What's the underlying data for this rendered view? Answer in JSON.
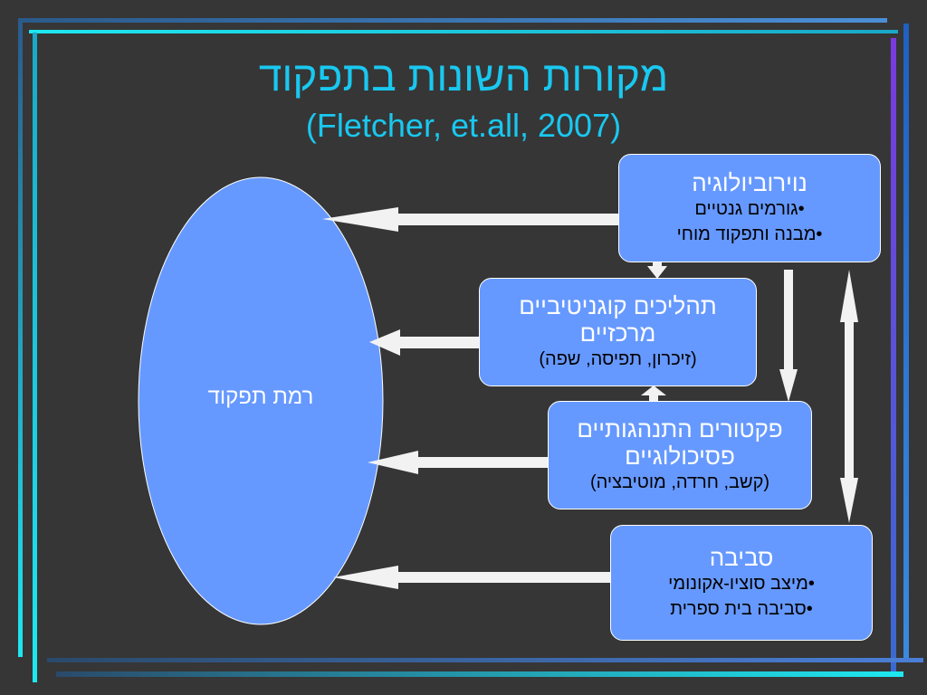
{
  "slide": {
    "title": "מקורות השונות בתפקוד",
    "subtitle": "(Fletcher, et.all, 2007)"
  },
  "ellipse": {
    "label": "רמת תפקוד"
  },
  "boxes": {
    "neuro": {
      "heading": "נוירוביולוגיה",
      "lines": [
        "•גורמים גנטיים",
        "•מבנה ותפקוד מוחי"
      ]
    },
    "cognitive": {
      "heading_line1": "תהליכים קוגניטיביים",
      "heading_line2": "מרכזיים",
      "detail": "(זיכרון, תפיסה, שפה)"
    },
    "behavioral": {
      "heading_line1": "פקטורים התנהגותיים",
      "heading_line2": "פסיכולוגיים",
      "detail": "(קשב, חרדה, מוטיבציה)"
    },
    "environment": {
      "heading": "סביבה",
      "lines": [
        "•מיצב סוציו-אקונומי",
        "•סביבה בית ספרית"
      ]
    }
  },
  "colors": {
    "background": "#363636",
    "title": "#19c8f0",
    "shape_fill": "#6699ff",
    "arrow": "#ffffff"
  }
}
